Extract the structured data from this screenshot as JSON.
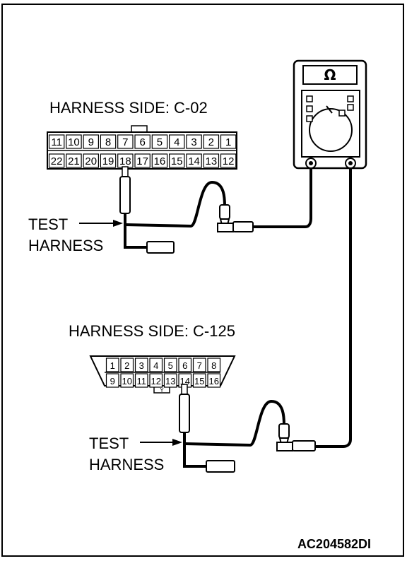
{
  "connector_top": {
    "title": "HARNESS SIDE: C-02",
    "row_top": [
      "11",
      "10",
      "9",
      "8",
      "7",
      "6",
      "5",
      "4",
      "3",
      "2",
      "1"
    ],
    "row_bottom": [
      "22",
      "21",
      "20",
      "19",
      "18",
      "17",
      "16",
      "15",
      "14",
      "13",
      "12"
    ],
    "probe_pin": "18"
  },
  "connector_bottom": {
    "title": "HARNESS SIDE: C-125",
    "row_top": [
      "1",
      "2",
      "3",
      "4",
      "5",
      "6",
      "7",
      "8"
    ],
    "row_bottom": [
      "9",
      "10",
      "11",
      "12",
      "13",
      "14",
      "15",
      "16"
    ],
    "probe_pin": "14"
  },
  "test_harness_top": {
    "line1": "TEST",
    "line2": "HARNESS"
  },
  "test_harness_bottom": {
    "line1": "TEST",
    "line2": "HARNESS"
  },
  "meter": {
    "symbol": "Ω",
    "icon": "ohmmeter-icon"
  },
  "figure_code": "AC204582DI"
}
